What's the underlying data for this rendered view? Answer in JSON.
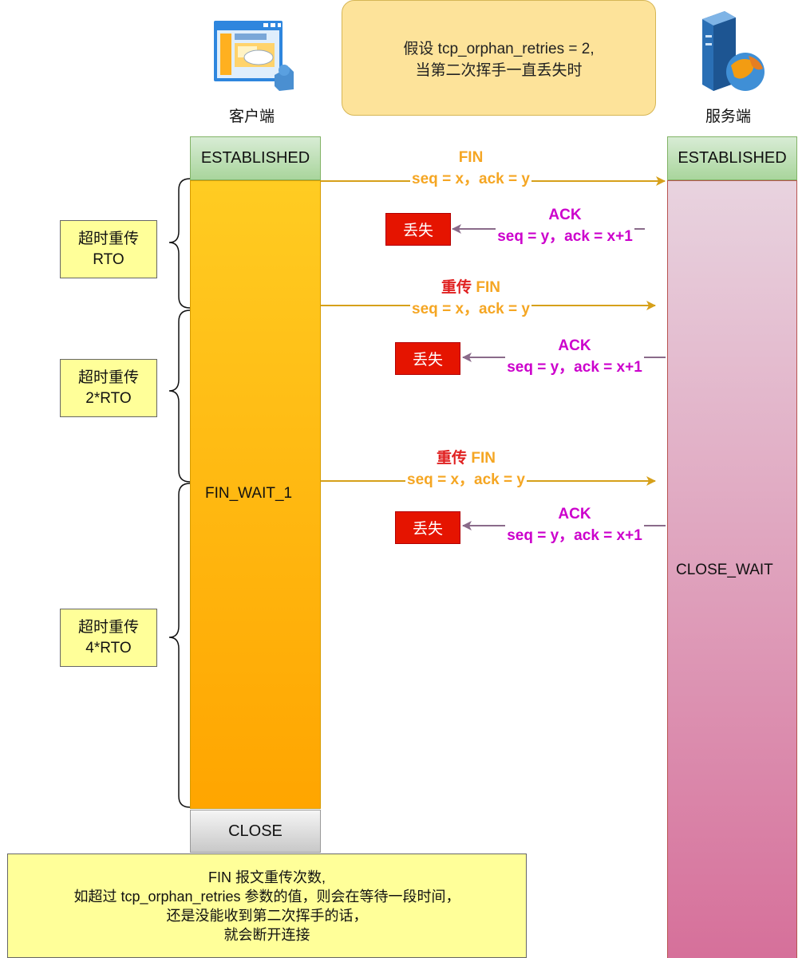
{
  "note_top": {
    "line1": "假设  tcp_orphan_retries = 2,",
    "line2": "当第二次挥手一直丢失时"
  },
  "client": {
    "label": "客户端",
    "icon": "client-computer-icon",
    "state_established": "ESTABLISHED",
    "state_fin_wait": "FIN_WAIT_1",
    "state_close": "CLOSE"
  },
  "server": {
    "label": "服务端",
    "icon": "server-globe-icon",
    "state_established": "ESTABLISHED",
    "state_close_wait": "CLOSE_WAIT"
  },
  "timeouts": [
    {
      "line1": "超时重传",
      "line2": "RTO"
    },
    {
      "line1": "超时重传",
      "line2": "2*RTO"
    },
    {
      "line1": "超时重传",
      "line2": "4*RTO"
    }
  ],
  "messages": {
    "fin_label": "FIN",
    "retransmit_prefix": "重传",
    "fin_seq": "seq = x，ack = y",
    "ack_label": "ACK",
    "ack_seq": "seq = y，ack = x+1",
    "lost_label": "丢失"
  },
  "note_bottom": {
    "line1": "FIN 报文重传次数,",
    "line2": "如超过 tcp_orphan_retries 参数的值，则会在等待一段时间，",
    "line3": "还是没能收到第二次挥手的话，",
    "line4": "就会断开连接"
  },
  "colors": {
    "fin_arrow": "#d6a01a",
    "ack_arrow": "#8a6b8a",
    "fin_text": "#f5a623",
    "retransmit_text": "#e02020",
    "ack_text": "#cc00cc"
  }
}
